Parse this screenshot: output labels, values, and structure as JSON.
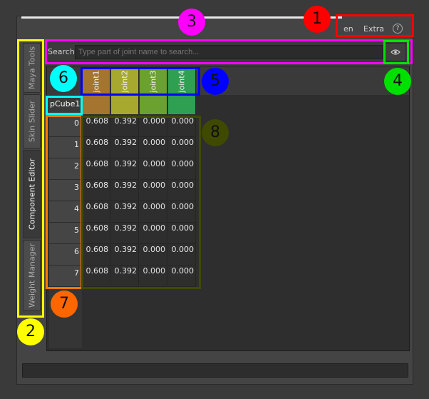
{
  "topbar": {
    "lang_label": "en",
    "extra_label": "Extra",
    "help_glyph": "?"
  },
  "side_tabs": [
    {
      "label": "Maya Tools",
      "active": false
    },
    {
      "label": "Skin Slider",
      "active": false
    },
    {
      "label": "Component Editor",
      "active": true
    },
    {
      "label": "Weight Manager",
      "active": false
    }
  ],
  "search": {
    "label": "Search:",
    "placeholder": "Type part of joint name to search...",
    "icon": "eye-icon"
  },
  "grid": {
    "mesh": "pCube1",
    "joints": [
      {
        "name": "joint1",
        "color": "#a5742f"
      },
      {
        "name": "joint2",
        "color": "#a6a92e"
      },
      {
        "name": "joint3",
        "color": "#6aa12f"
      },
      {
        "name": "joint4",
        "color": "#2f9f52"
      }
    ],
    "rows": [
      {
        "index": "0",
        "values": [
          "0.608",
          "0.392",
          "0.000",
          "0.000"
        ]
      },
      {
        "index": "1",
        "values": [
          "0.608",
          "0.392",
          "0.000",
          "0.000"
        ]
      },
      {
        "index": "2",
        "values": [
          "0.608",
          "0.392",
          "0.000",
          "0.000"
        ]
      },
      {
        "index": "3",
        "values": [
          "0.608",
          "0.392",
          "0.000",
          "0.000"
        ]
      },
      {
        "index": "4",
        "values": [
          "0.608",
          "0.392",
          "0.000",
          "0.000"
        ]
      },
      {
        "index": "5",
        "values": [
          "0.608",
          "0.392",
          "0.000",
          "0.000"
        ]
      },
      {
        "index": "6",
        "values": [
          "0.608",
          "0.392",
          "0.000",
          "0.000"
        ]
      },
      {
        "index": "7",
        "values": [
          "0.608",
          "0.392",
          "0.000",
          "0.000"
        ]
      }
    ]
  },
  "annotations": [
    {
      "label": "1",
      "color": "#ff0000",
      "frame": "#ff0000"
    },
    {
      "label": "2",
      "color": "#ffff00",
      "frame": "#ffff00"
    },
    {
      "label": "3",
      "color": "#ff00ff",
      "frame": "#ff00ff"
    },
    {
      "label": "4",
      "color": "#00e000",
      "frame": "#00e000"
    },
    {
      "label": "5",
      "color": "#0000ff",
      "frame": "#0000ff"
    },
    {
      "label": "6",
      "color": "#00ffff",
      "frame": "#00ffff"
    },
    {
      "label": "7",
      "color": "#ff6600",
      "frame": "#ff7700"
    },
    {
      "label": "8",
      "color": "#3f4a00",
      "frame": "#3f4a00"
    }
  ]
}
